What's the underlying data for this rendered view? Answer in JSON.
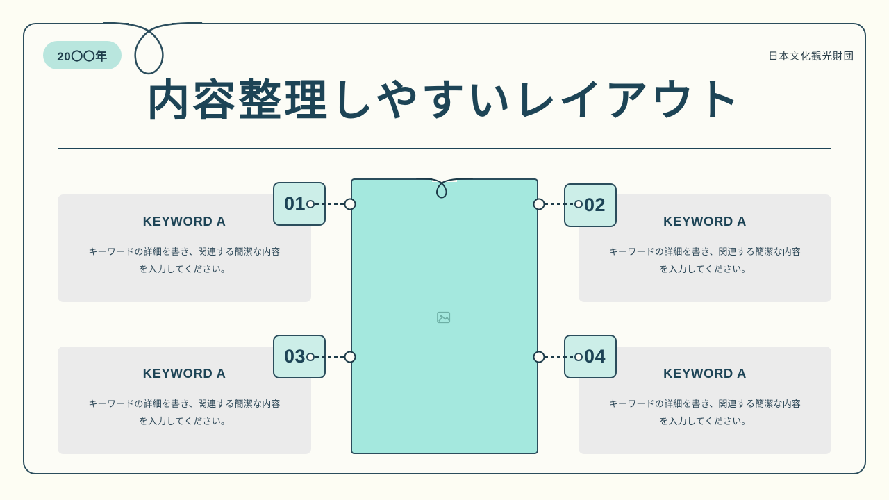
{
  "slide": {
    "year_badge": "20〇〇年",
    "organization": "日本文化観光財団",
    "title": "内容整理しやすいレイアウト"
  },
  "image_panel": {
    "placeholder_icon": "image-placeholder-icon"
  },
  "items": [
    {
      "number": "01",
      "title": "KEYWORD A",
      "body": "キーワードの詳細を書き、関連する簡潔な内容を入力してください。",
      "position": "left-top"
    },
    {
      "number": "02",
      "title": "KEYWORD A",
      "body": "キーワードの詳細を書き、関連する簡潔な内容を入力してください。",
      "position": "right-top"
    },
    {
      "number": "03",
      "title": "KEYWORD A",
      "body": "キーワードの詳細を書き、関連する簡潔な内容を入力してください。",
      "position": "left-bottom"
    },
    {
      "number": "04",
      "title": "KEYWORD A",
      "body": "キーワードの詳細を書き、関連する簡潔な内容を入力してください。",
      "position": "right-bottom"
    }
  ],
  "colors": {
    "page_background": "#fdfdf3",
    "frame_border": "#2b4d5c",
    "title_text": "#1d4456",
    "card_background": "#ebebeb",
    "badge_fill": "#cceee8",
    "panel_fill": "#a4e8de",
    "year_pill_fill": "#b9e6de"
  }
}
